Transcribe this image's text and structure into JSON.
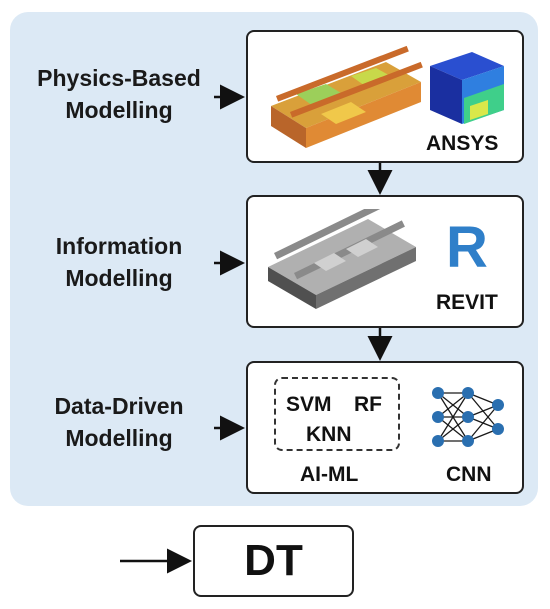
{
  "rows": [
    {
      "label_line1": "Physics-Based",
      "label_line2": "Modelling",
      "tool": "ANSYS"
    },
    {
      "label_line1": "Information",
      "label_line2": "Modelling",
      "tool": "REVIT"
    },
    {
      "label_line1": "Data-Driven",
      "label_line2": "Modelling",
      "tool": "CNN"
    }
  ],
  "ml": {
    "svm": "SVM",
    "rf": "RF",
    "knn": "KNN",
    "group_label": "AI-ML"
  },
  "output": {
    "label": "DT"
  },
  "colors": {
    "panel": "#dce9f5",
    "revit": "#2f7fc9",
    "cnn_node": "#2a6fb0",
    "rail": "#e07a3a"
  }
}
